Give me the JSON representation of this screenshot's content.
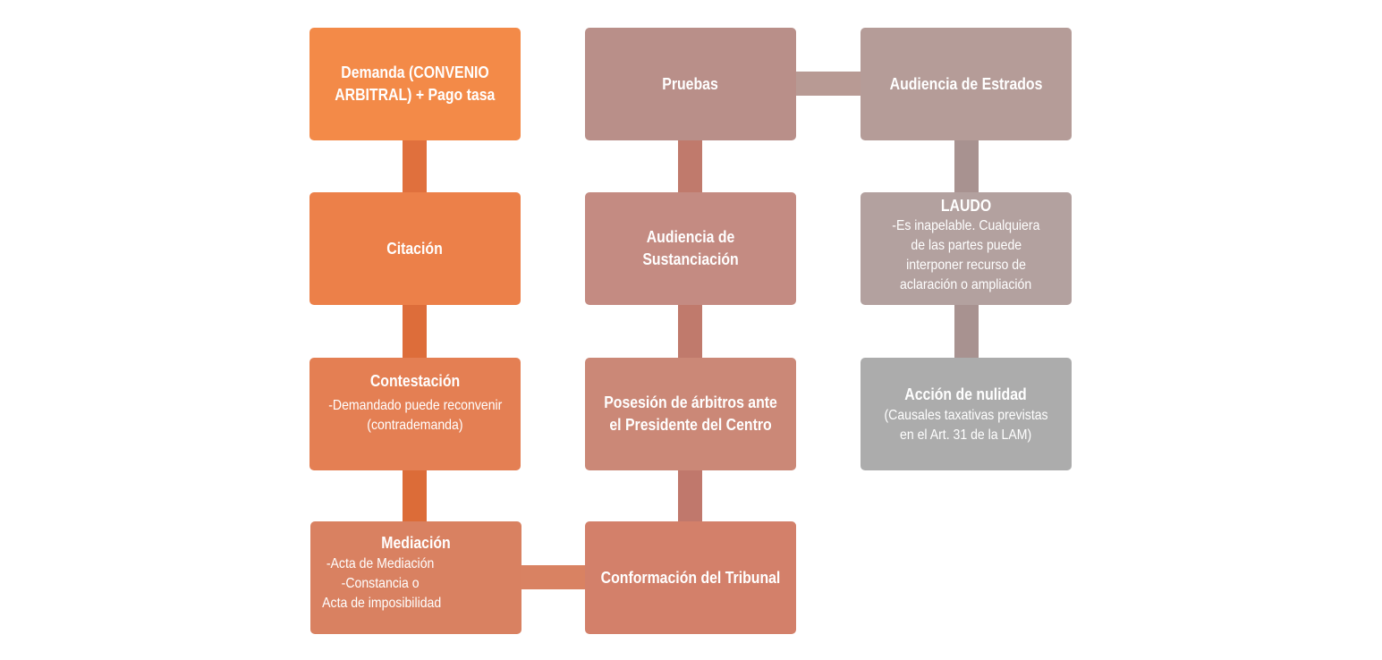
{
  "colors": {
    "orange": "#f38a48",
    "accent_gray": "#acacac"
  },
  "nodes": {
    "demanda": {
      "title": "Demanda (CONVENIO ARBITRAL) + Pago tasa",
      "title_l1": "Demanda (CONVENIO",
      "title_l2": "ARBITRAL) + Pago tasa"
    },
    "citacion": {
      "title": "Citación"
    },
    "contestacion": {
      "title": "Contestación",
      "desc_l1": "-Demandado puede reconvenir",
      "desc_l2": "(contrademanda)"
    },
    "mediacion": {
      "title": "Mediación",
      "desc_l1": "-Acta de Mediación",
      "desc_l2": "-Constancia o",
      "desc_l3": " Acta de imposibilidad"
    },
    "conformacion": {
      "title": "Conformación del Tribunal"
    },
    "posesion": {
      "title_l1": "Posesión de árbitros ante",
      "title_l2": "el Presidente del Centro"
    },
    "sustanciacion": {
      "title_l1": "Audiencia de",
      "title_l2": "Sustanciación"
    },
    "pruebas": {
      "title": "Pruebas"
    },
    "estrados": {
      "title": "Audiencia de Estrados"
    },
    "laudo": {
      "title": "LAUDO",
      "desc_l1": "-Es inapelable. Cualquiera",
      "desc_l2": "de las partes puede",
      "desc_l3": "interponer recurso de",
      "desc_l4": "aclaración o ampliación"
    },
    "nulidad": {
      "title": "Acción de nulidad",
      "desc_l1": "(Causales taxativas previstas",
      "desc_l2": "en el Art. 31 de la LAM)"
    }
  }
}
